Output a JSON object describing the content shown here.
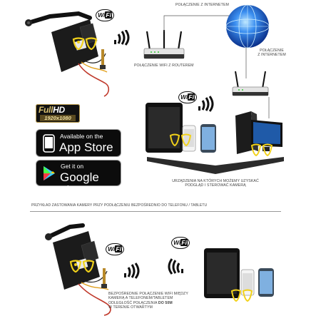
{
  "labels": {
    "internet_top": "POŁĄCZENIE Z INTERNETEM",
    "internet_right": [
      "POŁĄCZENIE",
      "Z INTERNETEM"
    ],
    "wifi_router": "POŁĄCZENIE WIFI Z ROUTEREM",
    "devices": [
      "URZĄDZENIA NA KTÓRYCH MOŻEMY UZYSKAĆ",
      "PODGLĄD I STEROWAĆ KAMERĄ"
    ],
    "example": "PRZYKŁAD ZASTOWANIA KAMERY PRZY PODŁĄCZENIU BEZPOŚREDNIO DO TELEFONU / TABLETU",
    "direct_1": "BEZPOŚREDNIE POŁĄCZENIE WIFI MIĘDZY",
    "direct_2": "KAMERĄ A TELEFONEM/TABLETEM",
    "direct_3a": "ODLEGŁOŚĆ POŁĄCZENIA ",
    "direct_3b": "DO 50M",
    "direct_4": "W TERENIE OTWARTYM"
  },
  "wifi_badges": {
    "text_wi": "Wi",
    "text_fi": "Fi"
  },
  "hd_badge": {
    "full": "Full",
    "hd": "HD",
    "resolution": "1920x1080"
  },
  "app_store": {
    "small": "Available on the",
    "big": "App Store"
  },
  "google_play": {
    "small": "Get it on",
    "big": "Google play"
  },
  "icons": [
    "apple-icon",
    "google-play-icon",
    "globe-icon",
    "router-icon",
    "wifi-signal-icon",
    "camera-module-icon",
    "tablet-icon",
    "phone-icon",
    "desktop-icon",
    "eye-icon"
  ],
  "colors": {
    "globe": "#1a5fd0",
    "eye_yellow": "#f2d21a",
    "cable_red": "#c0392b",
    "divider": "#999999"
  }
}
